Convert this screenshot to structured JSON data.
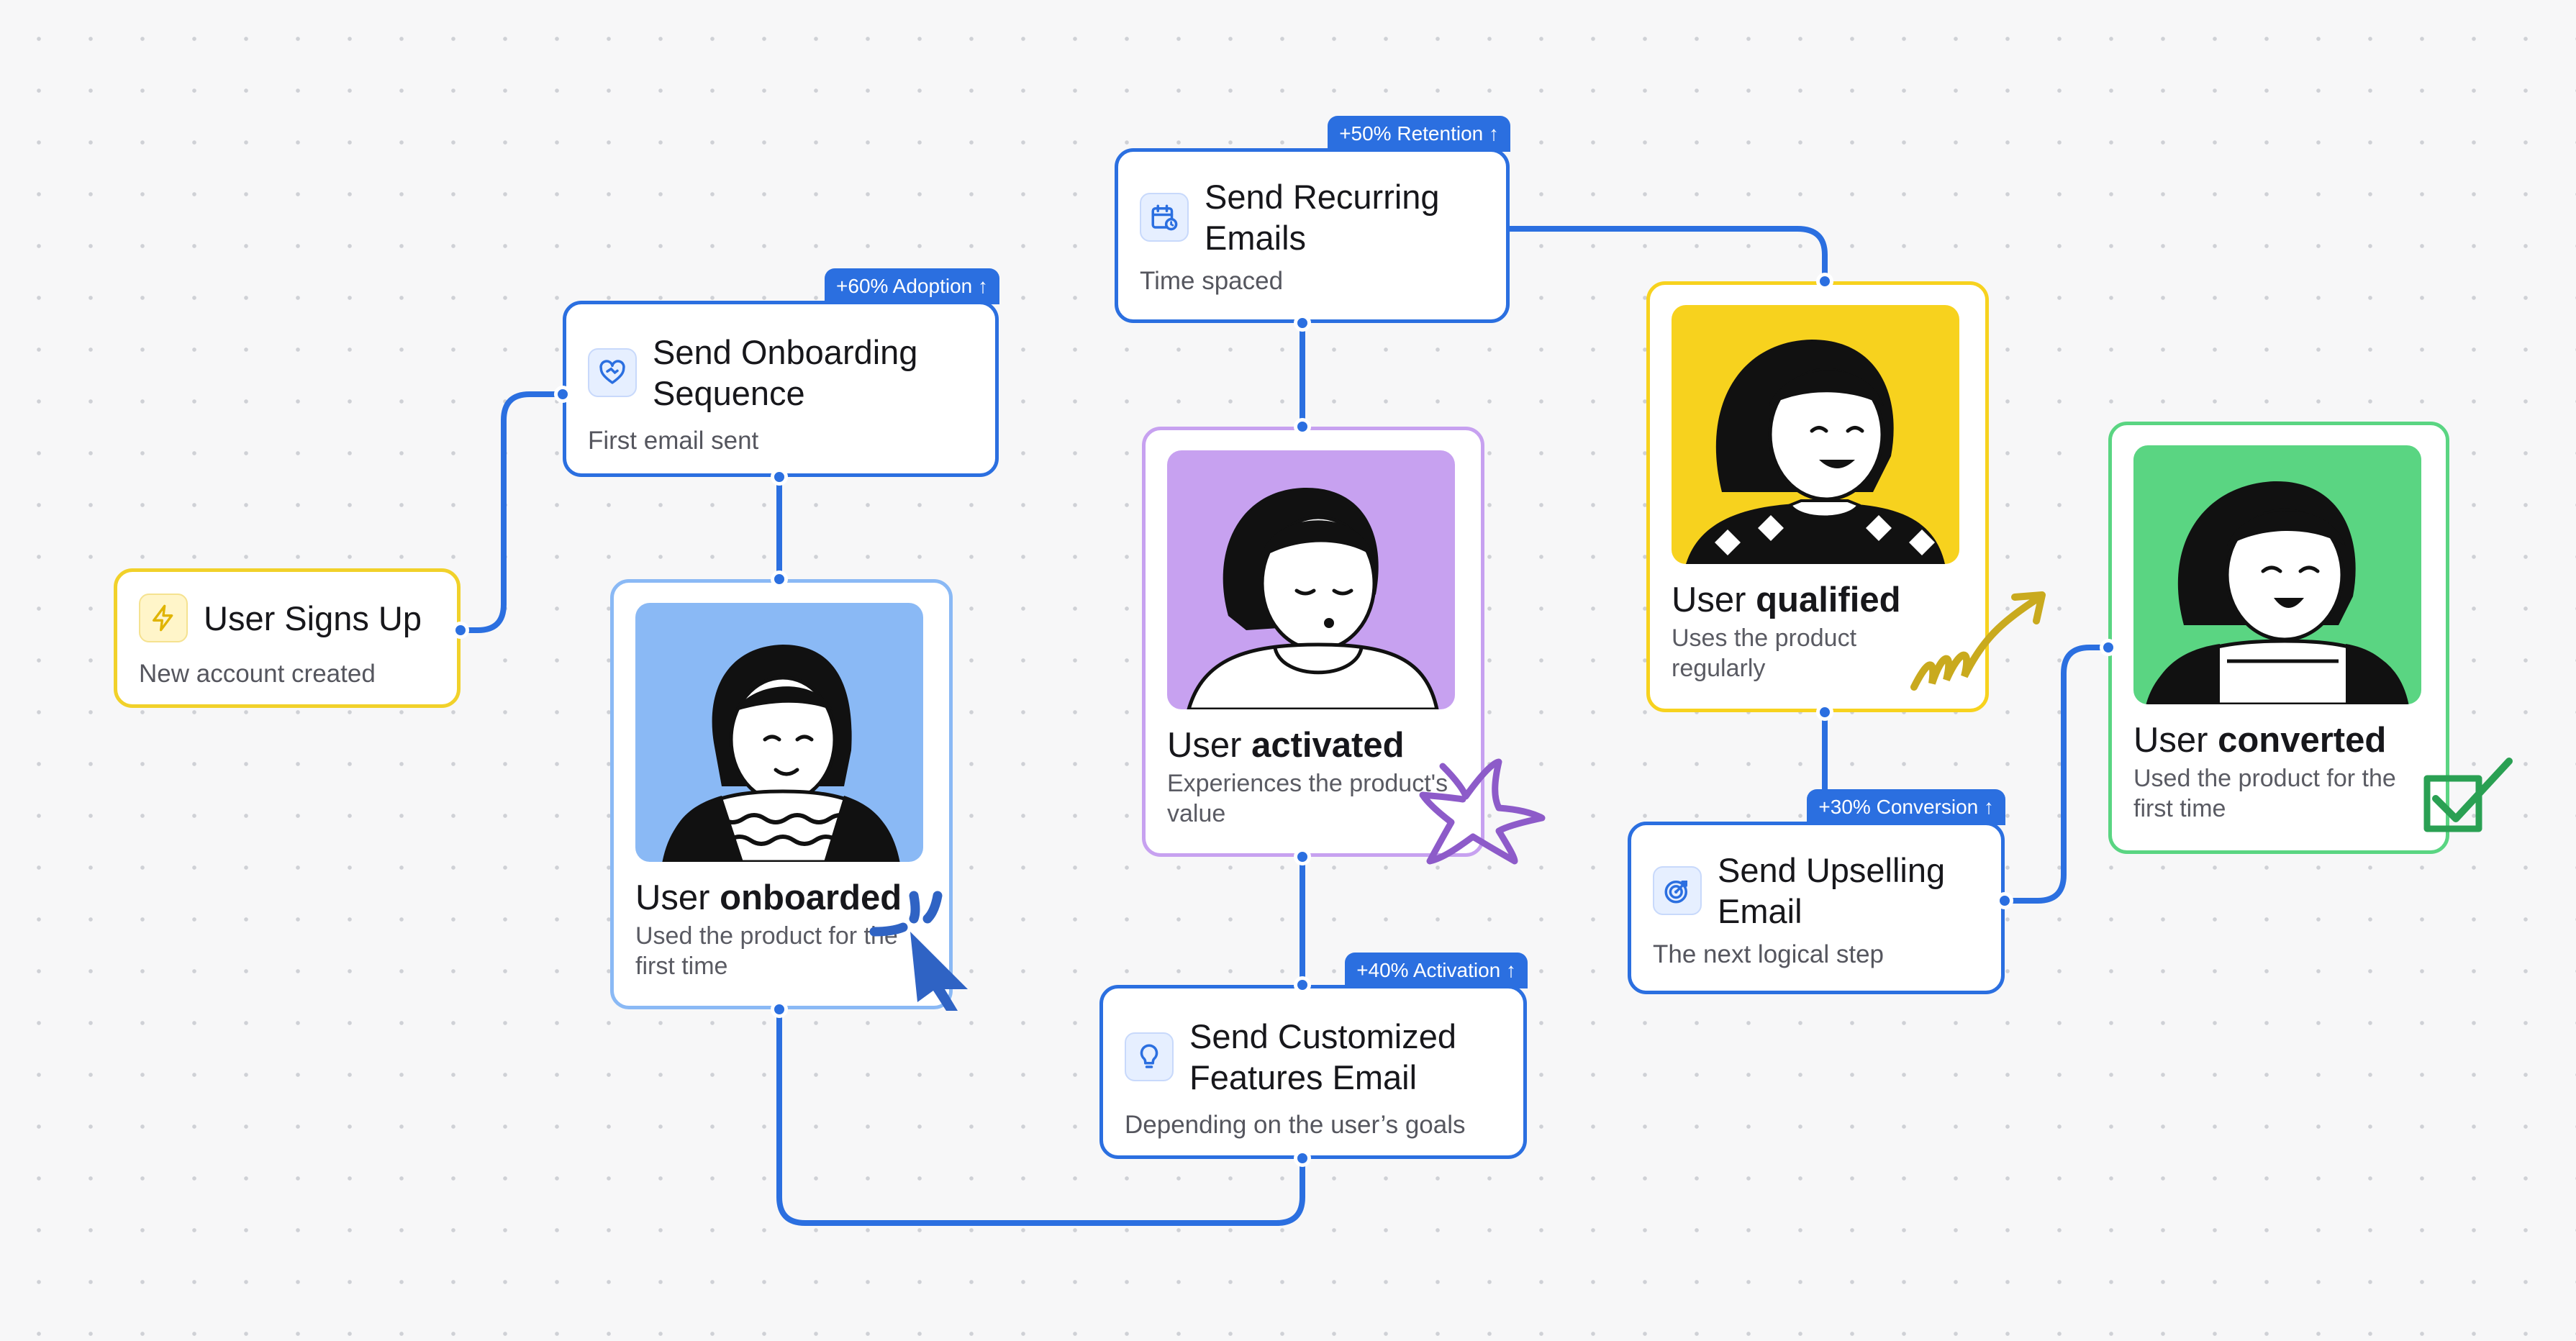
{
  "colors": {
    "accent": "#2b6fe0",
    "event_border": "#f1d12a",
    "onboarded_bg": "#8ab9f5",
    "activated_bg": "#c7a1f0",
    "qualified_bg": "#f7d21e",
    "converted_bg": "#5ad582"
  },
  "nodes": {
    "signup": {
      "icon": "lightning-icon",
      "title": "User Signs Up",
      "sub": "New account created"
    },
    "onboarding": {
      "icon": "heart-handshake-icon",
      "title": "Send Onboarding Sequence",
      "sub": "First email sent",
      "badge": "+60% Adoption ↑"
    },
    "onboarded": {
      "title_prefix": "User ",
      "title_bold": "onboarded",
      "sub": "Used the product for the first time"
    },
    "features": {
      "icon": "lightbulb-icon",
      "title": "Send Customized Features Email",
      "sub": "Depending on the user’s goals",
      "badge": "+40% Activation ↑"
    },
    "activated": {
      "title_prefix": "User ",
      "title_bold": "activated",
      "sub": "Experiences the product's value"
    },
    "recurring": {
      "icon": "calendar-clock-icon",
      "title": "Send Recurring Emails",
      "sub": "Time spaced",
      "badge": "+50% Retention ↑"
    },
    "qualified": {
      "title_prefix": "User ",
      "title_bold": "qualified",
      "sub": "Uses the product regularly"
    },
    "upsell": {
      "icon": "target-icon",
      "title": "Send Upselling Email",
      "sub": "The next logical step",
      "badge": "+30% Conversion ↑"
    },
    "converted": {
      "title_prefix": "User ",
      "title_bold": "converted",
      "sub": "Used the product for the first time"
    }
  }
}
